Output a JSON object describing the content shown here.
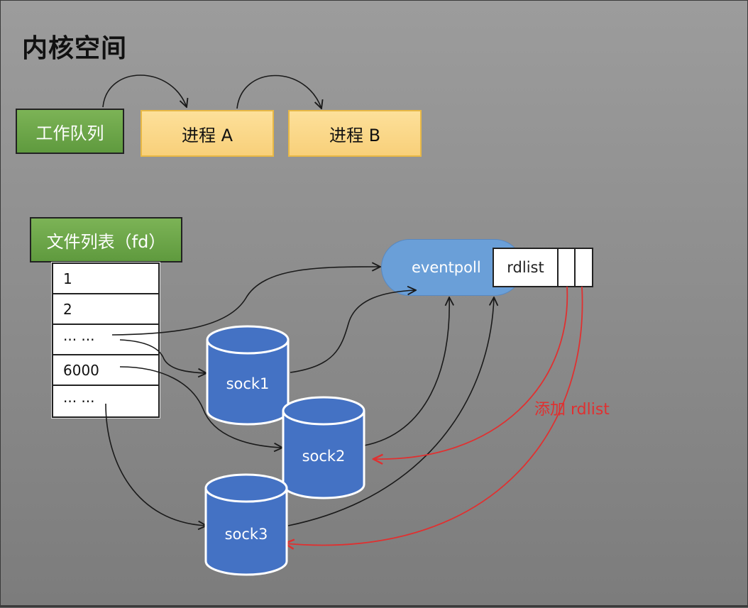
{
  "title": "内核空间",
  "work_queue": {
    "label": "工作队列"
  },
  "processes": [
    {
      "label": "进程 A"
    },
    {
      "label": "进程 B"
    }
  ],
  "fd_list": {
    "header": "文件列表（fd）",
    "rows": [
      "1",
      "2",
      "··· ···",
      "6000",
      "··· ···"
    ]
  },
  "eventpoll": {
    "label": "eventpoll"
  },
  "rdlist": {
    "cells": [
      "rdlist",
      "",
      ""
    ]
  },
  "sockets": [
    {
      "label": "sock1"
    },
    {
      "label": "sock2"
    },
    {
      "label": "sock3"
    }
  ],
  "annotation": {
    "label": "添加 rdlist",
    "color": "#e03030"
  },
  "colors": {
    "green_box": "#6aa846",
    "yellow_box": "#fbd889",
    "socket_fill": "#4472c4",
    "eventpoll_fill": "#6a9fd8",
    "arrow_black": "#1a1a1a",
    "arrow_red": "#e03030"
  }
}
